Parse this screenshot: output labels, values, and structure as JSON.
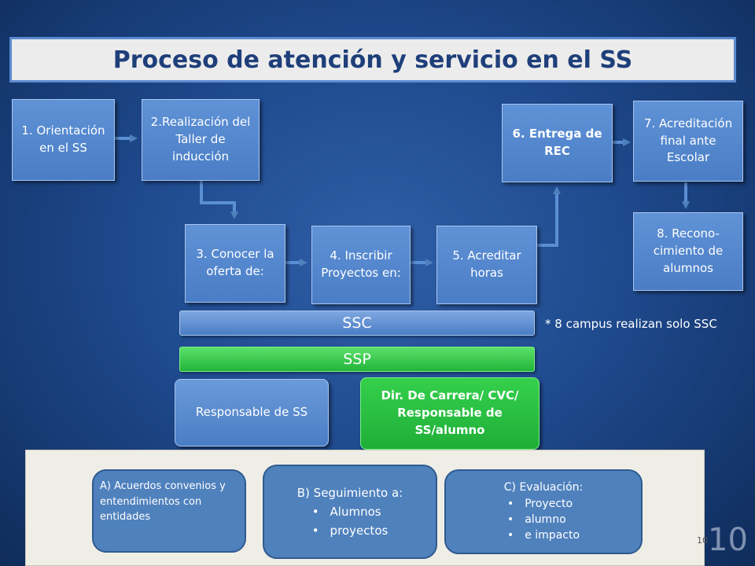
{
  "title": "Proceso de atención y servicio en el SS",
  "steps": {
    "s1": "1. Orientación en el SS",
    "s2": "2.Realización del Taller de inducción",
    "s3": "3. Conocer la oferta de:",
    "s4": "4. Inscribir Proyectos en:",
    "s5": "5. Acreditar horas",
    "s6": "6. Entrega de REC",
    "s7": "7. Acreditación final ante Escolar",
    "s8": "8. Recono-cimiento de alumnos"
  },
  "bars": {
    "ssc": "SSC",
    "ssp": "SSP"
  },
  "note": "* 8 campus realizan solo SSC",
  "responsables": {
    "ssc": "Responsable de SS",
    "ssp": "Dir. De Carrera/ CVC/ Responsable de SS/alumno"
  },
  "bottom": {
    "a": "A) Acuerdos convenios y entendimientos con entidades",
    "b_title": "B) Seguimiento a:",
    "b_items": [
      "Alumnos",
      "proyectos"
    ],
    "c_title": "C) Evaluación:",
    "c_items": [
      "Proyecto",
      "alumno",
      "e impacto"
    ]
  },
  "page_number_small": "10",
  "page_number_large": "10",
  "colors": {
    "step_blue": "#4f81bd",
    "ssp_green": "#22b43a",
    "title_text": "#1f3f7a"
  }
}
